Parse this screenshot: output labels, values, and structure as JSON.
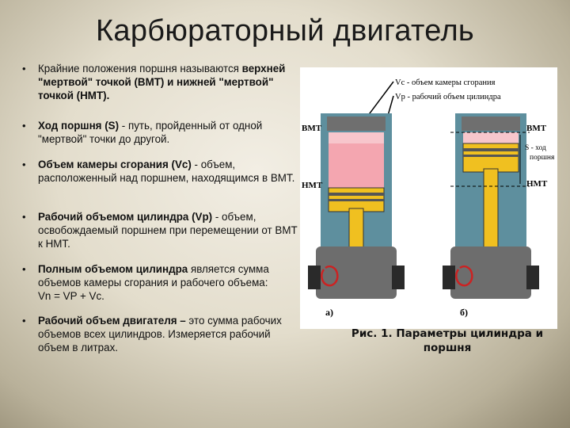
{
  "page": {
    "title": "Карбюраторный двигатель"
  },
  "bullets": [
    {
      "plain": "Крайние положения поршня называются",
      "bold": "верхней \"мертвой\" точкой (ВМТ) и нижней \"мертвой\" точкой (НМТ).",
      "tail": ""
    },
    {
      "plain": "",
      "bold": "Ход поршня (S)",
      "tail": " - путь, пройденный от одной \"мертвой\" точки до другой."
    },
    {
      "plain": "",
      "bold": "Объем камеры сгорания (Vc)",
      "tail": " - объем, расположенный над поршнем, находящимся в ВМТ."
    },
    {
      "plain": "",
      "bold": "Рабочий объемом цилиндра (Vp)",
      "tail": " - объем, освобождаемый поршнем при перемещении от ВМТ к НМТ."
    },
    {
      "plain": "",
      "bold": "Полным объемом цилиндра",
      "tail": " является сумма объемов камеры сгорания и рабочего объема: Vn = VP + Vc."
    },
    {
      "plain": "",
      "bold": "Рабочий объем двигателя –",
      "tail": " это сумма рабочих объемов всех цилиндров. Измеряется рабочий объем в литрах."
    }
  ],
  "figure": {
    "legend_vc": "Vc - объем камеры сгорания",
    "legend_vp": "Vp - рабочий объем цилиндра",
    "vmt_left": "ВМТ",
    "nmt_left": "НМТ",
    "vmt_right": "ВМТ",
    "nmt_right": "НМТ",
    "stroke_label": "S - ход поршня",
    "label_a": "а)",
    "label_b": "б)",
    "caption": "Рис. 1. Параметры цилиндра и поршня"
  }
}
